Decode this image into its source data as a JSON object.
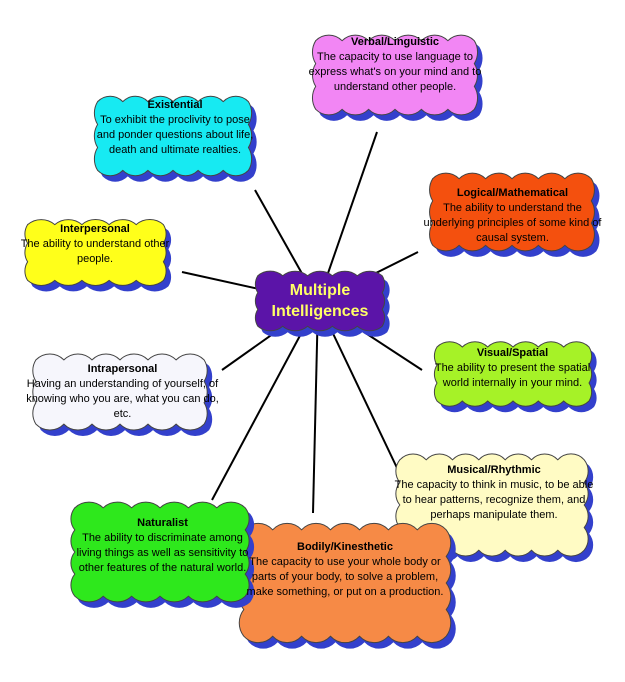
{
  "center": {
    "line1": "Multiple",
    "line2": "Intelligences",
    "color": "#5b14a8",
    "text_color": "#ffff66"
  },
  "nodes": [
    {
      "id": "verbal",
      "title": "Verbal/Linguistic",
      "description": "The capacity to use language to express what's on your mind and to understand other people.",
      "color": "#f286f4"
    },
    {
      "id": "existential",
      "title": "Existential",
      "description": "To exhibit the proclivity to pose and ponder questions about life, death and ultimate realties.",
      "color": "#17eaf2"
    },
    {
      "id": "logical",
      "title": "Logical/Mathematical",
      "description": "The ability to understand the underlying principles of some kind of causal system.",
      "color": "#f4500e"
    },
    {
      "id": "interpersonal",
      "title": "Interpersonal",
      "description": "The ability to understand other people.",
      "color": "#ffff1a"
    },
    {
      "id": "intrapersonal",
      "title": "Intrapersonal",
      "description": "Having an understanding of yourself, of knowing who you are, what you can do, etc.",
      "color": "#f6f6fc"
    },
    {
      "id": "visual",
      "title": "Visual/Spatial",
      "description": "The ability to present the spatial world internally in your mind.",
      "color": "#a6f227"
    },
    {
      "id": "musical",
      "title": "Musical/Rhythmic",
      "description": "The capacity to think in music, to be able to hear patterns, recognize them, and perhaps manipulate them.",
      "color": "#fffbc4"
    },
    {
      "id": "bodily",
      "title": "Bodily/Kinesthetic",
      "description": "The capacity to use your whole body or parts of your body, to solve a problem, make something, or put on a production.",
      "color": "#f68a46"
    },
    {
      "id": "naturalist",
      "title": "Naturalist",
      "description": "The ability to discriminate among living things as well as sensitivity to other features of the natural world.",
      "color": "#2ee81c"
    }
  ],
  "connector_color": "#000000",
  "shadow_color": "#3340cc"
}
